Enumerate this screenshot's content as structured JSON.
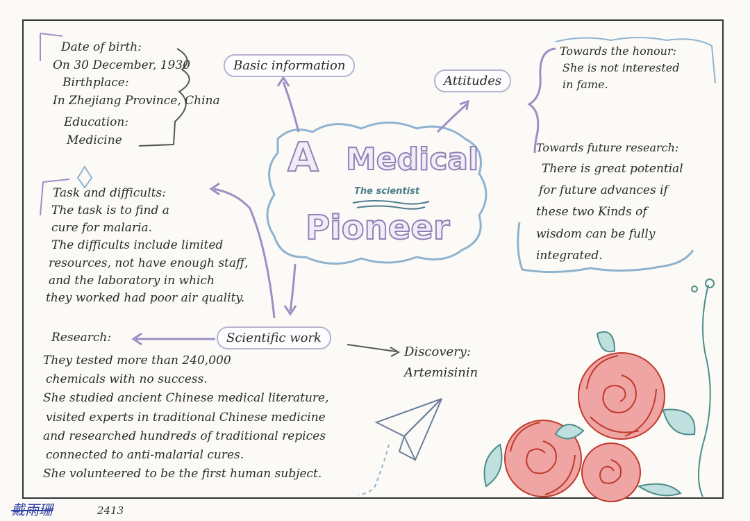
{
  "title": {
    "word1": "A",
    "word2": "Medical",
    "word3": "Pioneer",
    "subtitle": "The scientist"
  },
  "nodes": {
    "basic_info": "Basic information",
    "attitudes": "Attitudes",
    "scientific_work": "Scientific work"
  },
  "basic_info": {
    "dob_label": "Date of birth:",
    "dob_value": "On 30 December, 1930",
    "birthplace_label": "Birthplace:",
    "birthplace_value": "In Zhejiang Province, China",
    "education_label": "Education:",
    "education_value": "Medicine"
  },
  "attitudes": {
    "honour_label": "Towards the honour:",
    "honour_line1": "She is not interested",
    "honour_line2": "in fame.",
    "future_label": "Towards future research:",
    "future_line1": "There is great potential",
    "future_line2": "for future advances if",
    "future_line3": "these two Kinds of",
    "future_line4": "wisdom can be fully",
    "future_line5": "integrated."
  },
  "task": {
    "label": "Task and difficults:",
    "line1": "The task is to find a",
    "line2": "cure for malaria.",
    "line3": "The difficults include limited",
    "line4": "resources, not have enough staff,",
    "line5": "and the laboratory in which",
    "line6": "they worked had poor air quality."
  },
  "research": {
    "label": "Research:",
    "line1": "They tested more than 240,000",
    "line2": "chemicals with no success.",
    "line3": "She studied ancient Chinese medical literature,",
    "line4": "visited experts in traditional Chinese medicine",
    "line5": "and researched hundreds of traditional repices",
    "line6": "connected to anti-malarial cures.",
    "line7": "She volunteered to be the first human subject."
  },
  "discovery": {
    "label": "Discovery:",
    "value": "Artemisinin"
  },
  "signature": {
    "name": "戴雨珊",
    "number": "2413"
  },
  "colors": {
    "title_stroke": "#8f82b6",
    "cloud": "#8fb3cf",
    "arrow": "#9d8fc4",
    "rose": "#e98b8b",
    "rose_line": "#c0392b",
    "leaf": "#6fa7a6",
    "signature": "#2f3fa0"
  }
}
